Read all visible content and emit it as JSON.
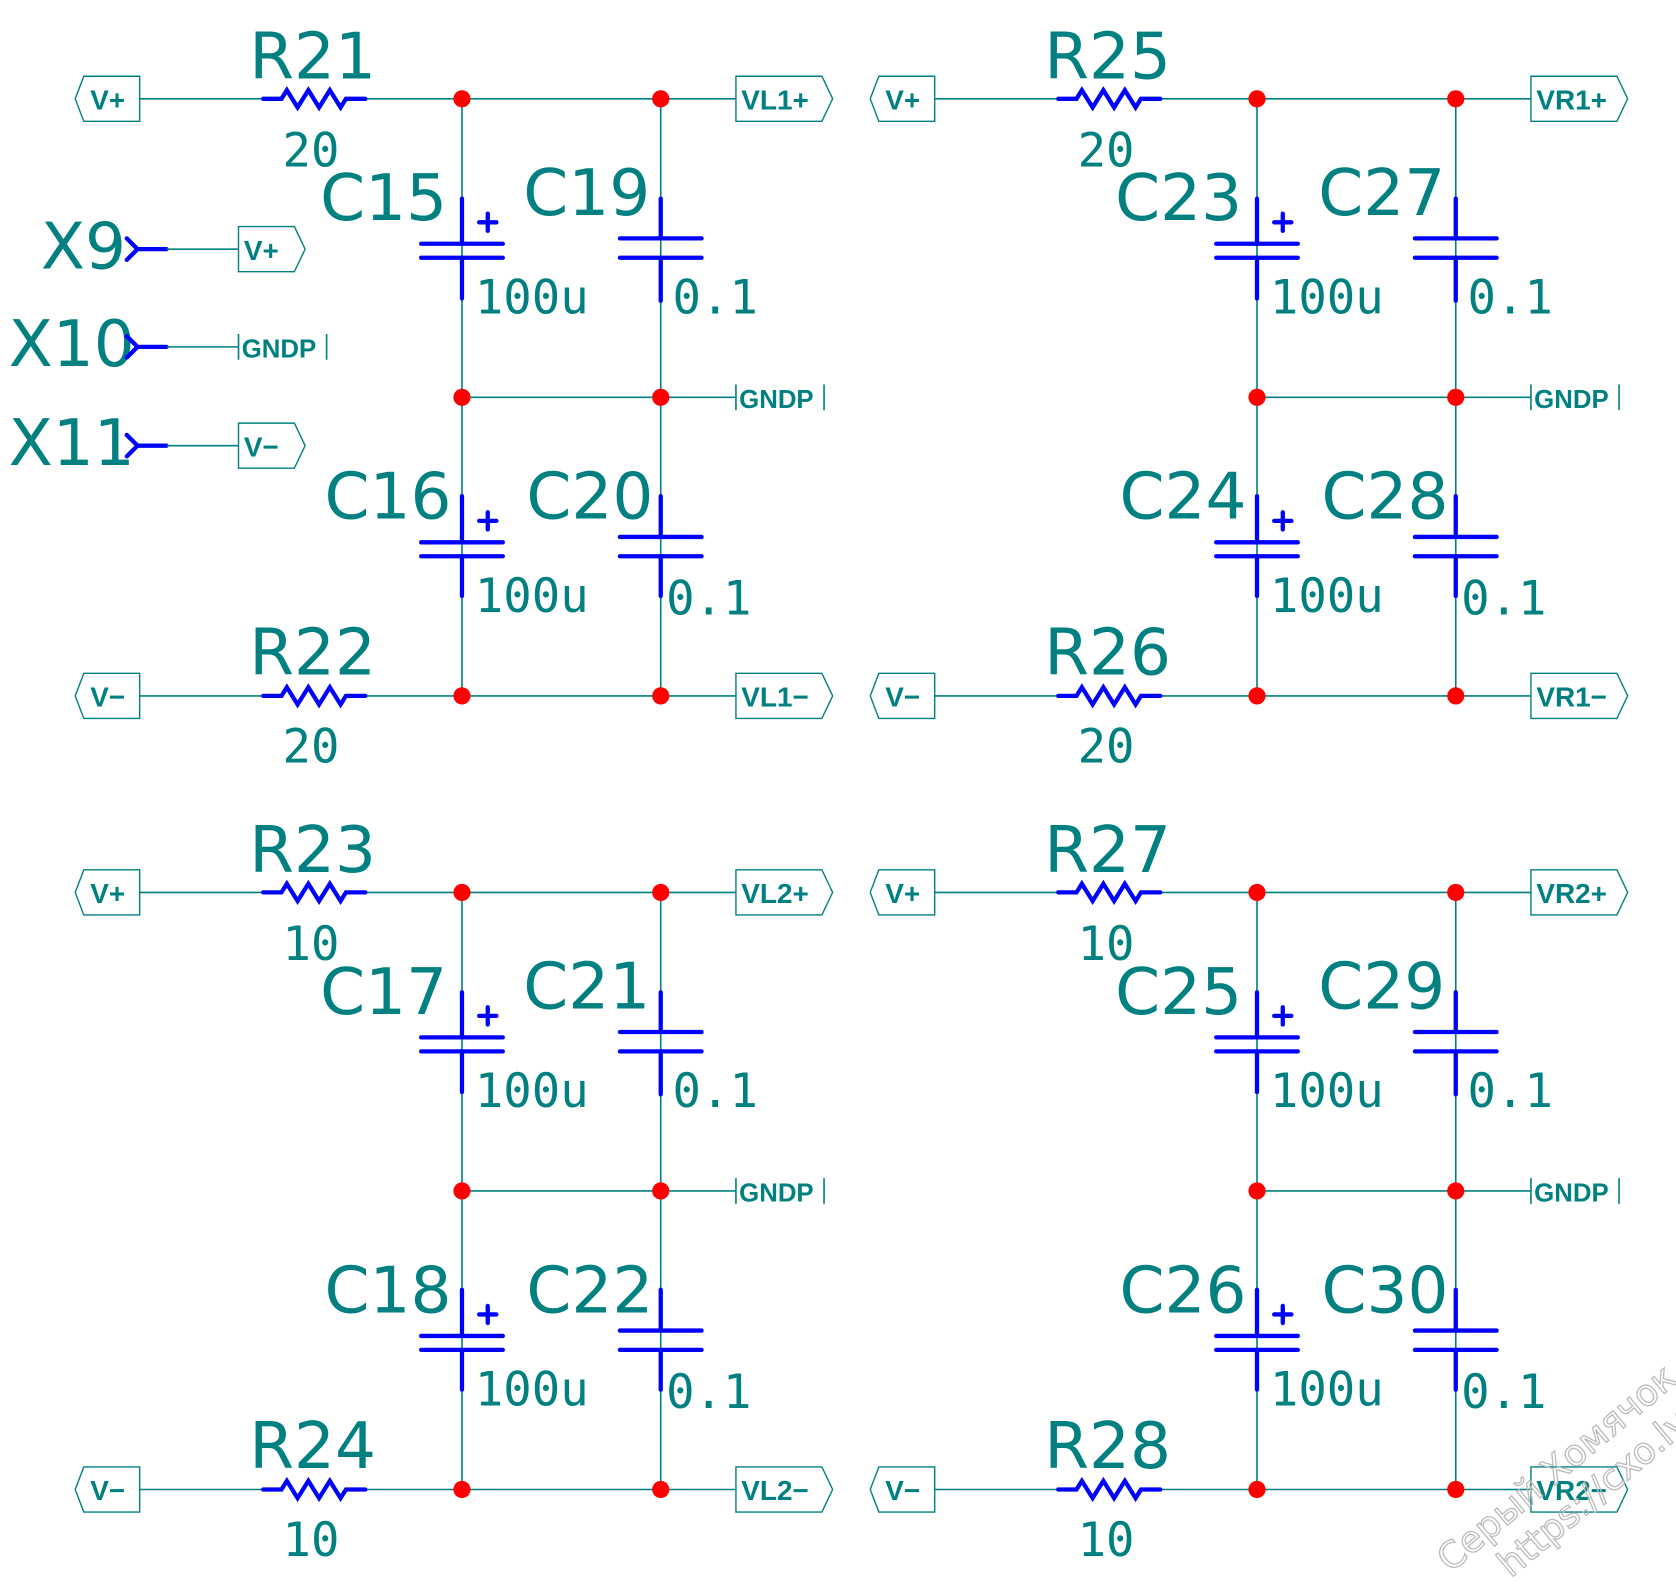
{
  "colors": {
    "wire": "#008080",
    "component": "#0000ff",
    "junction": "#ff0000",
    "text": "#008080"
  },
  "connectors": [
    {
      "ref": "X9",
      "net": "V+"
    },
    {
      "ref": "X10",
      "net": "GNDP"
    },
    {
      "ref": "X11",
      "net": "V−"
    }
  ],
  "gnd_label": "GNDP",
  "blocks": [
    {
      "in_pos": "V+",
      "in_neg": "V−",
      "out_pos": "VL1+",
      "out_neg": "VL1−",
      "r_top": {
        "ref": "R21",
        "value": "20"
      },
      "r_bot": {
        "ref": "R22",
        "value": "20"
      },
      "c_pos_el": {
        "ref": "C15",
        "value": "100u"
      },
      "c_pos_cer": {
        "ref": "C19",
        "value": "0.1"
      },
      "c_neg_el": {
        "ref": "C16",
        "value": "100u"
      },
      "c_neg_cer": {
        "ref": "C20",
        "value": "0.1"
      }
    },
    {
      "in_pos": "V+",
      "in_neg": "V−",
      "out_pos": "VR1+",
      "out_neg": "VR1−",
      "r_top": {
        "ref": "R25",
        "value": "20"
      },
      "r_bot": {
        "ref": "R26",
        "value": "20"
      },
      "c_pos_el": {
        "ref": "C23",
        "value": "100u"
      },
      "c_pos_cer": {
        "ref": "C27",
        "value": "0.1"
      },
      "c_neg_el": {
        "ref": "C24",
        "value": "100u"
      },
      "c_neg_cer": {
        "ref": "C28",
        "value": "0.1"
      }
    },
    {
      "in_pos": "V+",
      "in_neg": "V−",
      "out_pos": "VL2+",
      "out_neg": "VL2−",
      "r_top": {
        "ref": "R23",
        "value": "10"
      },
      "r_bot": {
        "ref": "R24",
        "value": "10"
      },
      "c_pos_el": {
        "ref": "C17",
        "value": "100u"
      },
      "c_pos_cer": {
        "ref": "C21",
        "value": "0.1"
      },
      "c_neg_el": {
        "ref": "C18",
        "value": "100u"
      },
      "c_neg_cer": {
        "ref": "C22",
        "value": "0.1"
      }
    },
    {
      "in_pos": "V+",
      "in_neg": "V−",
      "out_pos": "VR2+",
      "out_neg": "VR2−",
      "r_top": {
        "ref": "R27",
        "value": "10"
      },
      "r_bot": {
        "ref": "R28",
        "value": "10"
      },
      "c_pos_el": {
        "ref": "C25",
        "value": "100u"
      },
      "c_pos_cer": {
        "ref": "C29",
        "value": "0.1"
      },
      "c_neg_el": {
        "ref": "C26",
        "value": "100u"
      },
      "c_neg_cer": {
        "ref": "C30",
        "value": "0.1"
      }
    }
  ],
  "watermark": {
    "line1": "Серый Хомячок",
    "line2": "https://cxo.ly"
  }
}
